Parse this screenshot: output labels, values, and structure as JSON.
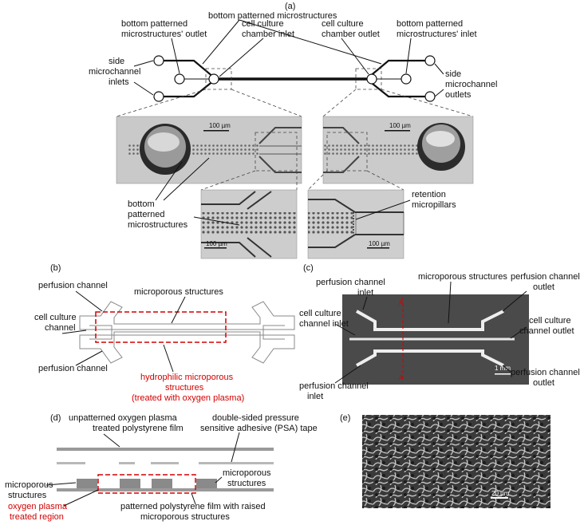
{
  "panel_a": {
    "label": "(a)",
    "bottom_patterned_microstructures": "bottom patterned microstructures",
    "bpm_outlet_1": "bottom patterned",
    "bpm_outlet_2": "microstructures' outlet",
    "chamber_inlet_1": "cell culture",
    "chamber_inlet_2": "chamber inlet",
    "chamber_outlet_1": "cell culture",
    "chamber_outlet_2": "chamber outlet",
    "bpm_inlet_1": "bottom patterned",
    "bpm_inlet_2": "microstructures' inlet",
    "side_inlets_1": "side",
    "side_inlets_2": "microchannel",
    "side_inlets_3": "inlets",
    "side_outlets_1": "side",
    "side_outlets_2": "microchannel",
    "side_outlets_3": "outlets",
    "scale_100um": "100 µm",
    "bpm_label_1": "bottom",
    "bpm_label_2": "patterned",
    "bpm_label_3": "microstructures",
    "retention_1": "retention",
    "retention_2": "micropillars"
  },
  "panel_b": {
    "label": "(b)",
    "perfusion_channel_top": "perfusion channel",
    "microporous_structures": "microporous structures",
    "cell_culture_channel_1": "cell culture",
    "cell_culture_channel_2": "channel",
    "perfusion_channel_bottom": "perfusion channel",
    "hydrophilic_1": "hydrophilic microporous",
    "hydrophilic_2": "structures",
    "hydrophilic_3": "(treated with oxygen plasma)"
  },
  "panel_c": {
    "label": "(c)",
    "perfusion_inlet_top_1": "perfusion channel",
    "perfusion_inlet_top_2": "inlet",
    "microporous_structures": "microporous structures",
    "perfusion_outlet_top_1": "perfusion channel",
    "perfusion_outlet_top_2": "outlet",
    "cell_inlet_1": "cell culture",
    "cell_inlet_2": "channel inlet",
    "cell_outlet_1": "cell culture",
    "cell_outlet_2": "channel outlet",
    "perfusion_inlet_bottom_1": "perfusion channel",
    "perfusion_inlet_bottom_2": "inlet",
    "perfusion_outlet_bottom_1": "perfusion channel",
    "perfusion_outlet_bottom_2": "outlet",
    "marker_A_top": "A",
    "marker_A_bottom": "A",
    "scale_1mm": "1 mm"
  },
  "panel_d": {
    "label": "(d)",
    "unpatterned_1": "unpatterned oxygen plasma",
    "unpatterned_2": "treated polystyrene film",
    "psa_1": "double-sided pressure",
    "psa_2": "sensitive adhesive (PSA) tape",
    "microporous_left_1": "microporous",
    "microporous_left_2": "structures",
    "microporous_right_1": "microporous",
    "microporous_right_2": "structures",
    "oxygen_region_1": "oxygen plasma",
    "oxygen_region_2": "treated region",
    "patterned_film_1": "patterned polystyrene film with raised",
    "patterned_film_2": "microporous structures"
  },
  "panel_e": {
    "label": "(e)",
    "scale_20um": "20 µm"
  },
  "colors": {
    "red": "#d40000",
    "micrograph_bg": "#c9c9c9",
    "device_bg": "#4a4a4a",
    "sem_bg": "#5a5a5a"
  }
}
